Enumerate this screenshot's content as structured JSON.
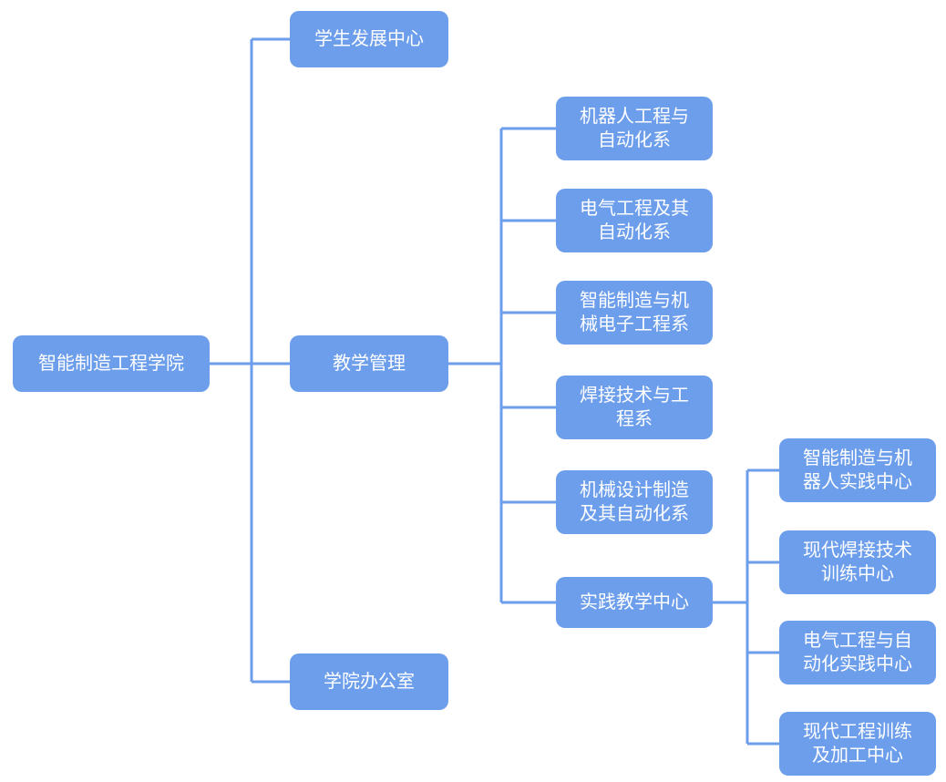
{
  "colors": {
    "node_fill": "#6D9EEB",
    "node_text": "#FFFFFF",
    "connector": "#6D9EEB",
    "background": "#FFFFFF"
  },
  "org": {
    "root": {
      "label": "智能制造工程学院"
    },
    "level2": [
      {
        "label": "学生发展中心"
      },
      {
        "label": "教学管理"
      },
      {
        "label": "学院办公室"
      }
    ],
    "departments": [
      {
        "label": "机器人工程与自动化系",
        "lines": [
          "机器人工程与",
          "自动化系"
        ]
      },
      {
        "label": "电气工程及其自动化系",
        "lines": [
          "电气工程及其",
          "自动化系"
        ]
      },
      {
        "label": "智能制造与机械电子工程系",
        "lines": [
          "智能制造与机",
          "械电子工程系"
        ]
      },
      {
        "label": "焊接技术与工程系",
        "lines": [
          "焊接技术与工",
          "程系"
        ]
      },
      {
        "label": "机械设计制造及其自动化系",
        "lines": [
          "机械设计制造",
          "及其自动化系"
        ]
      },
      {
        "label": "实践教学中心",
        "lines": [
          "实践教学中心"
        ]
      }
    ],
    "practice_centers": [
      {
        "label": "智能制造与机器人实践中心",
        "lines": [
          "智能制造与机",
          "器人实践中心"
        ]
      },
      {
        "label": "现代焊接技术训练中心",
        "lines": [
          "现代焊接技术",
          "训练中心"
        ]
      },
      {
        "label": "电气工程与自动化实践中心",
        "lines": [
          "电气工程与自",
          "动化实践中心"
        ]
      },
      {
        "label": "现代工程训练及加工中心",
        "lines": [
          "现代工程训练",
          "及加工中心"
        ]
      }
    ]
  }
}
